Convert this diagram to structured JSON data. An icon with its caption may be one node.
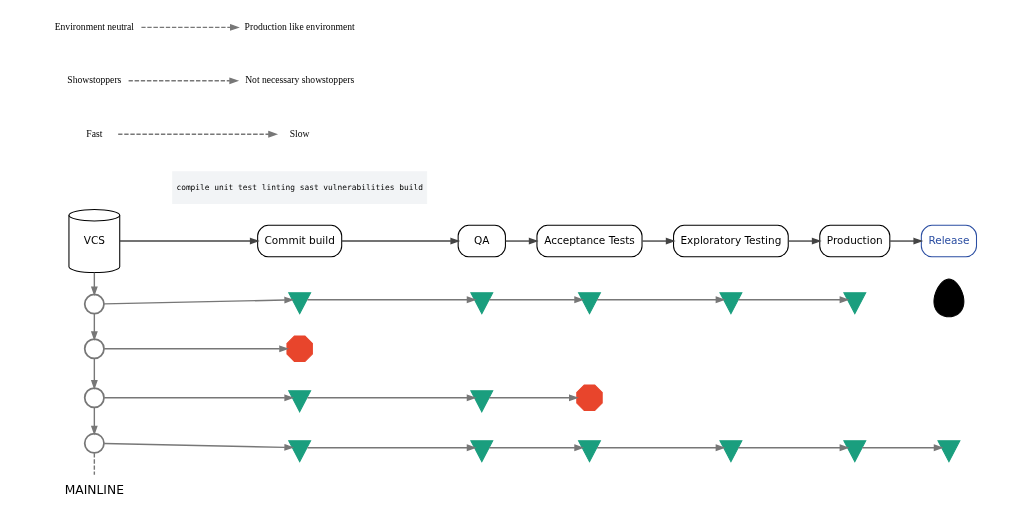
{
  "diagram": {
    "nodes": [
      {
        "text": [
          "VCS"
        ]
      },
      {
        "text": [
          "Commit build"
        ]
      },
      {
        "text": [
          "QA"
        ]
      },
      {
        "text": [
          "Acceptance Tests"
        ]
      },
      {
        "text": [
          "Exploratory Testing"
        ]
      },
      {
        "text": [
          "Production"
        ]
      },
      {
        "text": [
          "Release"
        ]
      },
      {
        "text": [],
        "shape": "person"
      },
      {
        "text": [
          "compile unit test linting sast vulnerabilities build"
        ]
      },
      {
        "text": [],
        "shape": "circle"
      },
      {
        "text": [],
        "shape": "circle"
      },
      {
        "text": [],
        "shape": "circle"
      },
      {
        "text": [],
        "shape": "circle"
      },
      {
        "text": [],
        "shape": "check"
      },
      {
        "text": [],
        "shape": "check"
      },
      {
        "text": [],
        "shape": "check"
      },
      {
        "text": [],
        "shape": "check"
      },
      {
        "text": [],
        "shape": "check"
      },
      {
        "text": [],
        "shape": "cross"
      },
      {
        "text": [],
        "shape": "check"
      },
      {
        "text": [],
        "shape": "check"
      },
      {
        "text": [],
        "shape": "cross"
      },
      {
        "text": [],
        "shape": "check"
      },
      {
        "text": [],
        "shape": "check"
      },
      {
        "text": [],
        "shape": "check"
      },
      {
        "text": [],
        "shape": "check"
      },
      {
        "text": [],
        "shape": "check"
      },
      {
        "text": [],
        "shape": "check"
      },
      {
        "text": [
          "MAINLINE"
        ]
      },
      {
        "text": [
          "Fast"
        ]
      },
      {
        "text": [
          "Slow"
        ]
      },
      {
        "text": [
          "Showstoppers"
        ]
      },
      {
        "text": [
          "Not necessary showstoppers"
        ]
      },
      {
        "text": [
          "Environment neutral"
        ]
      },
      {
        "text": [
          "Production like environment"
        ]
      }
    ],
    "edges": [
      {
        "from": 0,
        "to": 1,
        "arrow": "to",
        "color": "#444444"
      },
      {
        "from": 1,
        "to": 2,
        "arrow": "to",
        "color": "#444444"
      },
      {
        "from": 2,
        "to": 3,
        "arrow": "to",
        "color": "#444444"
      },
      {
        "from": 3,
        "to": 4,
        "arrow": "to",
        "color": "#444444"
      },
      {
        "from": 4,
        "to": 5,
        "arrow": "to",
        "color": "#444444"
      },
      {
        "from": 5,
        "to": 6,
        "arrow": "to",
        "color": "#444444"
      },
      {
        "from": 0,
        "to": 9,
        "arrow": "to"
      },
      {
        "from": 9,
        "to": 10,
        "arrow": "to"
      },
      {
        "from": 10,
        "to": 11,
        "arrow": "to"
      },
      {
        "from": 11,
        "to": 12,
        "arrow": "to"
      },
      {
        "from": 9,
        "to": 13,
        "arrow": "to"
      },
      {
        "from": 13,
        "to": 14,
        "arrow": "to"
      },
      {
        "from": 14,
        "to": 15,
        "arrow": "to"
      },
      {
        "from": 15,
        "to": 16,
        "arrow": "to"
      },
      {
        "from": 16,
        "to": 17,
        "arrow": "to"
      },
      {
        "from": 10,
        "to": 18,
        "arrow": "to"
      },
      {
        "from": 11,
        "to": 19,
        "arrow": "to"
      },
      {
        "from": 19,
        "to": 20,
        "arrow": "to"
      },
      {
        "from": 20,
        "to": 21,
        "arrow": "to"
      },
      {
        "from": 12,
        "to": 22,
        "arrow": "to"
      },
      {
        "from": 22,
        "to": 23,
        "arrow": "to"
      },
      {
        "from": 23,
        "to": 24,
        "arrow": "to"
      },
      {
        "from": 24,
        "to": 25,
        "arrow": "to"
      },
      {
        "from": 25,
        "to": 26,
        "arrow": "to"
      },
      {
        "from": 26,
        "to": 27,
        "arrow": "to"
      },
      {
        "from": 12,
        "to": 28,
        "arrow": "none",
        "style": "dashed"
      },
      {
        "from": 29,
        "to": 30,
        "arrow": "to",
        "style": "dashed"
      },
      {
        "from": 31,
        "to": 32,
        "arrow": "to",
        "style": "dashed"
      },
      {
        "from": 33,
        "to": 34,
        "arrow": "to",
        "style": "dashed"
      }
    ]
  }
}
